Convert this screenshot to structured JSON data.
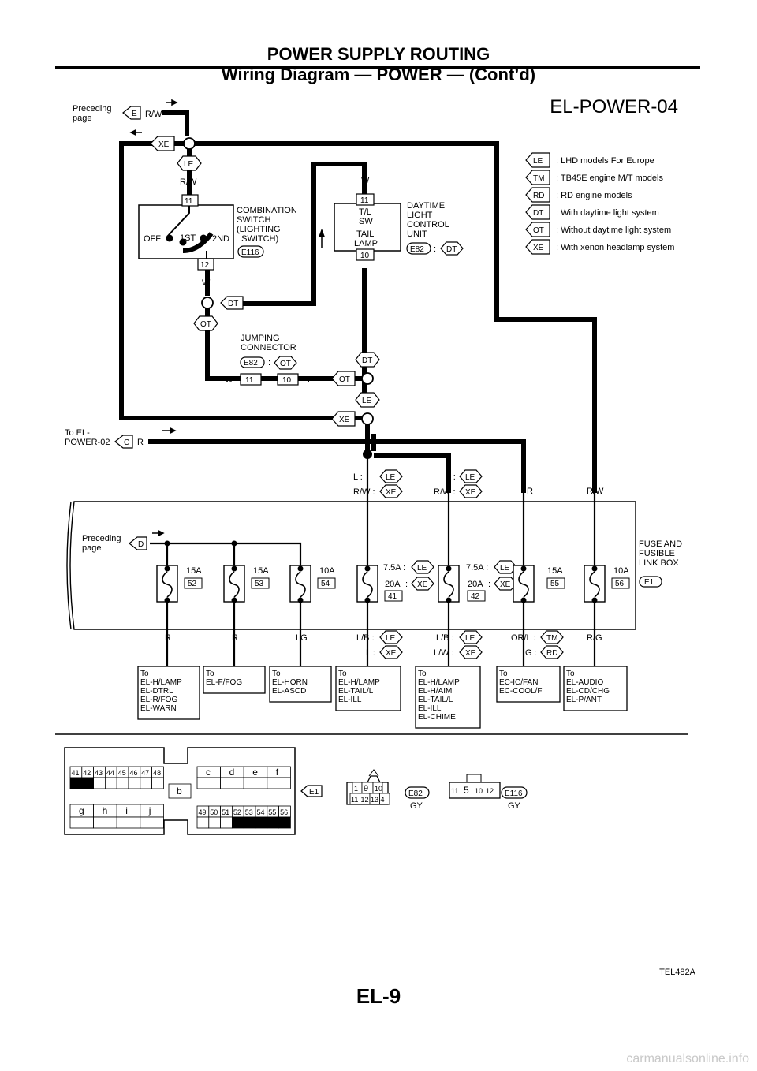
{
  "header": {
    "section": "POWER SUPPLY ROUTING",
    "subtitle": "Wiring Diagram — POWER — (Cont’d)"
  },
  "diagram": {
    "id": "EL-POWER-04",
    "figure_code": "TEL482A",
    "preceding_page_1": "Preceding page",
    "preceding_conn_E": "E",
    "preceding_page_2": "Preceding page",
    "preceding_conn_D": "D",
    "to_power_02": "To EL-POWER-02",
    "to_conn_C": "C",
    "legend": [
      {
        "code": "LE",
        "text": ": LHD models For Europe"
      },
      {
        "code": "TM",
        "text": ": TB45E engine M/T models"
      },
      {
        "code": "RD",
        "text": ": RD engine models"
      },
      {
        "code": "DT",
        "text": ": With daytime light system"
      },
      {
        "code": "OT",
        "text": ": Without daytime light system"
      },
      {
        "code": "XE",
        "text": ": With xenon headlamp system"
      }
    ],
    "wire_colors": {
      "rw": "R/W",
      "w": "W",
      "l": "L",
      "r": "R",
      "lg": "LG"
    },
    "combination_switch": {
      "label": "COMBINATION SWITCH (LIGHTING SWITCH)",
      "connector": "E116",
      "pin_top": "11",
      "pin_bottom": "12",
      "off": "OFF",
      "first": "1ST",
      "second": "2ND"
    },
    "daytime_unit": {
      "label": "DAYTIME LIGHT CONTROL UNIT",
      "connector": "E82",
      "conn_code": "DT",
      "pin_top": "11",
      "pin_bottom": "10",
      "tl_sw": "T/L SW",
      "tail_lamp": "TAIL LAMP"
    },
    "jumping_connector": {
      "label": "JUMPING CONNECTOR",
      "connector": "E82",
      "conn_code": "OT",
      "pin_a": "11",
      "pin_b": "10"
    },
    "fuse_box": {
      "label": "FUSE AND FUSIBLE LINK BOX",
      "connector": "E1",
      "fuses": [
        {
          "rating": "15A",
          "no": "52"
        },
        {
          "rating": "15A",
          "no": "53"
        },
        {
          "rating": "10A",
          "no": "54"
        },
        {
          "rating": "7.5A : LE / 20A : XE",
          "no": "41"
        },
        {
          "rating": "7.5A : LE / 20A : XE",
          "no": "42"
        },
        {
          "rating": "15A",
          "no": "55"
        },
        {
          "rating": "10A",
          "no": "56"
        }
      ]
    },
    "destinations": [
      {
        "wire": "R",
        "lines": [
          "To",
          "EL-H/LAMP",
          "EL-DTRL",
          "EL-R/FOG",
          "EL-WARN"
        ]
      },
      {
        "wire": "R",
        "lines": [
          "To",
          "EL-F/FOG"
        ]
      },
      {
        "wire": "LG",
        "lines": [
          "To",
          "EL-HORN",
          "EL-ASCD"
        ]
      },
      {
        "wire": "L/B : LE / L : XE",
        "lines": [
          "To",
          "EL-H/LAMP",
          "EL-TAIL/L",
          "EL-ILL"
        ]
      },
      {
        "wire": "L/B : LE / L/W : XE",
        "lines": [
          "To",
          "EL-H/LAMP",
          "EL-H/AIM",
          "EL-TAIL/L",
          "EL-ILL",
          "EL-CHIME"
        ]
      },
      {
        "wire": "OR/L : TM / G : RD",
        "lines": [
          "To",
          "EC-IC/FAN",
          "EC-COOL/F"
        ]
      },
      {
        "wire": "R/G",
        "lines": [
          "To",
          "EL-AUDIO",
          "EL-CD/CHG",
          "EL-P/ANT"
        ]
      }
    ],
    "connector_views": {
      "e1_top": [
        "41",
        "42",
        "43",
        "44",
        "45",
        "46",
        "47",
        "48"
      ],
      "e1_letters_top": [
        "c",
        "d",
        "e",
        "f"
      ],
      "e1_letters_bottom": [
        "g",
        "h",
        "i",
        "j"
      ],
      "e1_b": "b",
      "e1_bottom": [
        "49",
        "50",
        "51",
        "52",
        "53",
        "54",
        "55",
        "56"
      ],
      "e1_code": "E1",
      "e82_row1": [
        "1",
        "9",
        "10"
      ],
      "e82_row2": [
        "11",
        "12",
        "13",
        "4"
      ],
      "e82_code": "E82",
      "e82_color": "GY",
      "e116_pins": [
        "11",
        "5",
        "10",
        "12"
      ],
      "e116_code": "E116",
      "e116_color": "GY"
    }
  },
  "page": {
    "number": "EL-9"
  },
  "watermark": "carmanualsonline.info"
}
